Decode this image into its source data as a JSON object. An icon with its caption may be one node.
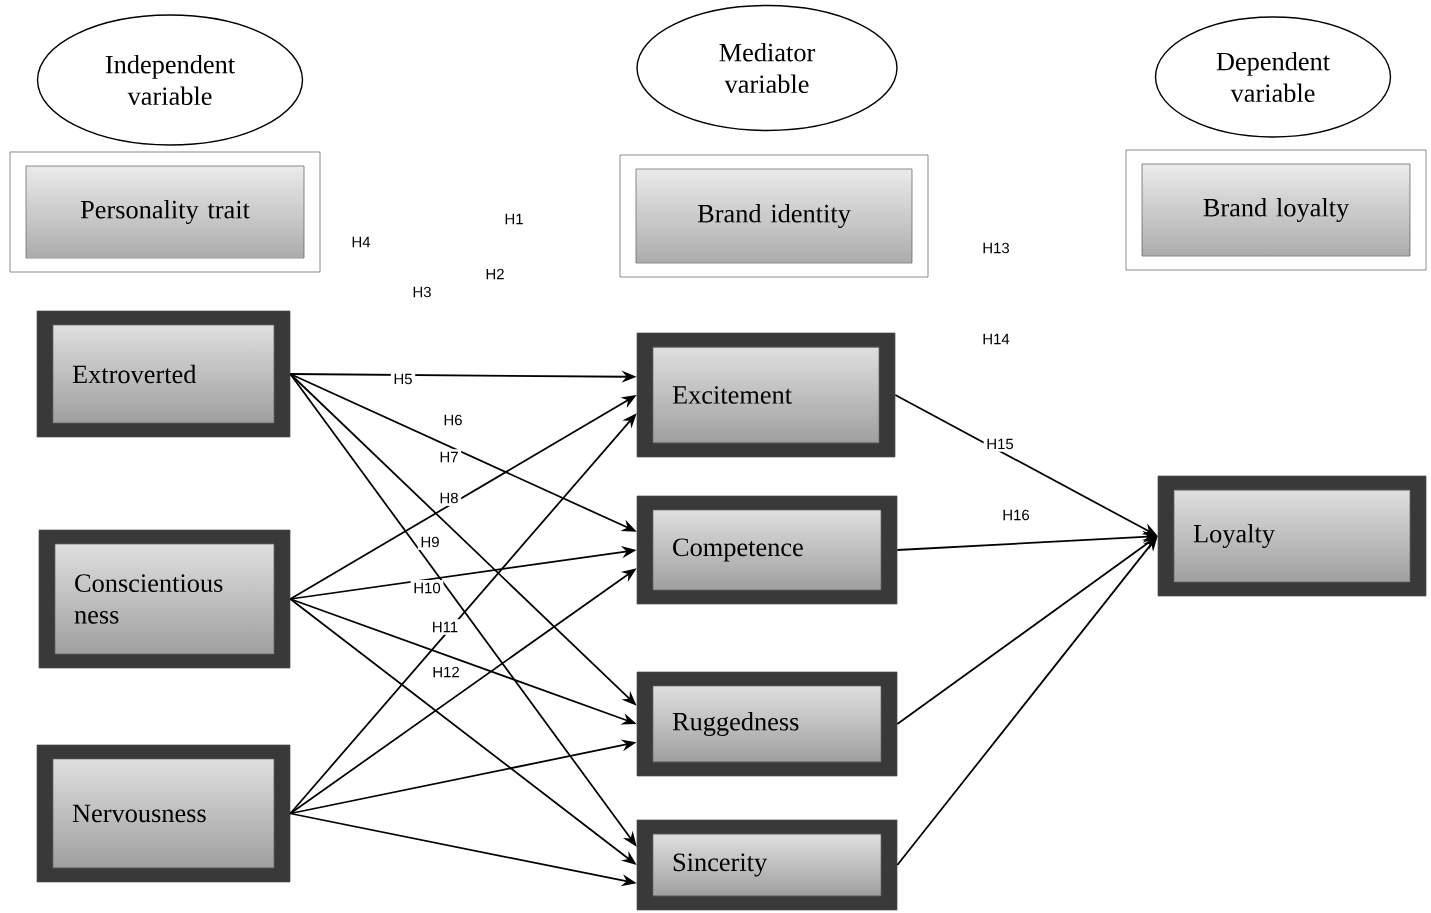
{
  "diagram": {
    "nodes": [
      {
        "text": [
          "Independent variable"
        ]
      },
      {
        "text": [
          "Mediator variable"
        ]
      },
      {
        "text": [
          "Dependent variable"
        ]
      },
      {
        "text": [
          "Personality trait"
        ]
      },
      {
        "text": [
          "Brand identity"
        ]
      },
      {
        "text": [
          "Brand loyalty"
        ]
      },
      {
        "text": [
          "Extroverted"
        ]
      },
      {
        "text": [
          "Conscientious ness"
        ]
      },
      {
        "text": [
          "Nervousness"
        ]
      },
      {
        "text": [
          "Excitement"
        ]
      },
      {
        "text": [
          "Competence"
        ]
      },
      {
        "text": [
          "Ruggedness"
        ]
      },
      {
        "text": [
          "Sincerity"
        ]
      },
      {
        "text": [
          "Loyalty"
        ]
      }
    ],
    "edges": [
      {
        "from": 6,
        "to": 9,
        "arrow": "to"
      },
      {
        "from": 6,
        "to": 10,
        "arrow": "to"
      },
      {
        "from": 6,
        "to": 11,
        "arrow": "to"
      },
      {
        "from": 6,
        "to": 12,
        "arrow": "to"
      },
      {
        "from": 7,
        "to": 9,
        "arrow": "to"
      },
      {
        "from": 7,
        "to": 10,
        "arrow": "to"
      },
      {
        "from": 7,
        "to": 11,
        "arrow": "to"
      },
      {
        "from": 7,
        "to": 12,
        "arrow": "to"
      },
      {
        "from": 8,
        "to": 9,
        "arrow": "to"
      },
      {
        "from": 8,
        "to": 10,
        "arrow": "to"
      },
      {
        "from": 8,
        "to": 11,
        "arrow": "to"
      },
      {
        "from": 8,
        "to": 12,
        "arrow": "to"
      },
      {
        "from": 9,
        "to": 13,
        "arrow": "to"
      },
      {
        "from": 10,
        "to": 13,
        "arrow": "to"
      },
      {
        "from": 11,
        "to": 13,
        "arrow": "to"
      },
      {
        "from": 12,
        "to": 13,
        "arrow": "to"
      }
    ],
    "labels": [
      "H4",
      "H1",
      "H3",
      "H2",
      "H5",
      "H6",
      "H7",
      "H8",
      "H9",
      "H10",
      "H11",
      "H12",
      "H13",
      "H14",
      "H15",
      "H16"
    ]
  }
}
